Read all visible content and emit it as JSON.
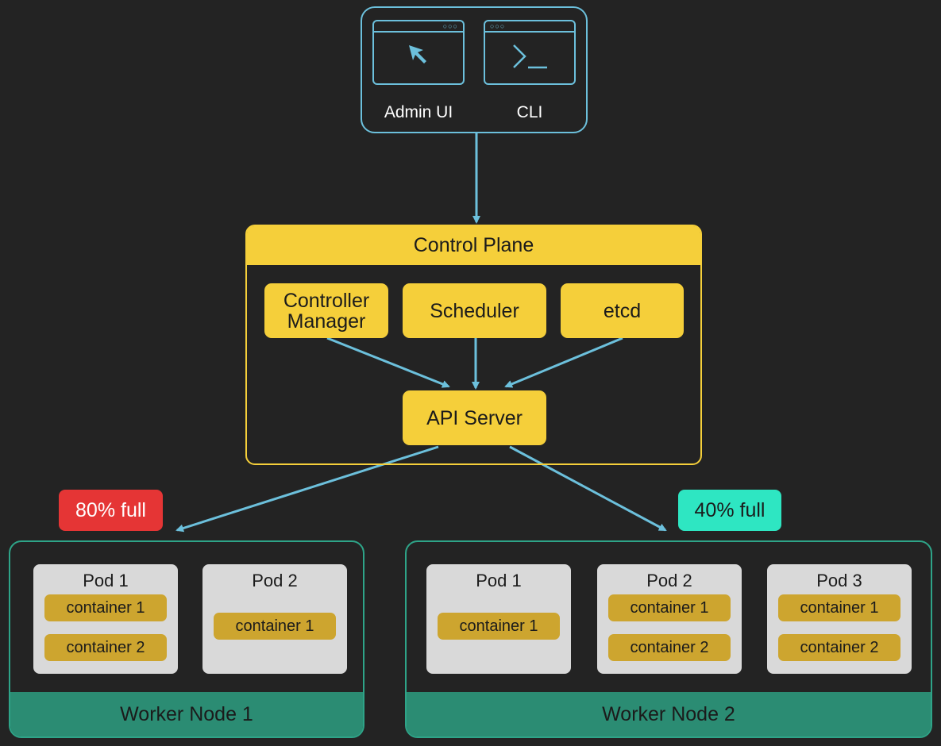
{
  "clients": {
    "admin_label": "Admin UI",
    "cli_label": "CLI",
    "window_dots": "○○○"
  },
  "control_plane": {
    "title": "Control Plane",
    "controller_manager_line1": "Controller",
    "controller_manager_line2": "Manager",
    "scheduler": "Scheduler",
    "etcd": "etcd",
    "api_server": "API Server"
  },
  "badges": {
    "node1": "80% full",
    "node2": "40% full"
  },
  "nodes": {
    "node1": {
      "label": "Worker Node 1",
      "pods": [
        {
          "title": "Pod 1",
          "containers": [
            "container 1",
            "container 2"
          ]
        },
        {
          "title": "Pod 2",
          "containers": [
            "container 1"
          ]
        }
      ]
    },
    "node2": {
      "label": "Worker Node 2",
      "pods": [
        {
          "title": "Pod 1",
          "containers": [
            "container 1"
          ]
        },
        {
          "title": "Pod 2",
          "containers": [
            "container 1",
            "container 2"
          ]
        },
        {
          "title": "Pod 3",
          "containers": [
            "container 1",
            "container 2"
          ]
        }
      ]
    }
  },
  "colors": {
    "background": "#232323",
    "client_outline": "#6cc0dc",
    "control_plane": "#f5cf3a",
    "worker_node": "#2b8c73",
    "pod": "#d9d9d9",
    "container": "#cda52f",
    "badge_high": "#e53535",
    "badge_low": "#2ee6c2"
  }
}
